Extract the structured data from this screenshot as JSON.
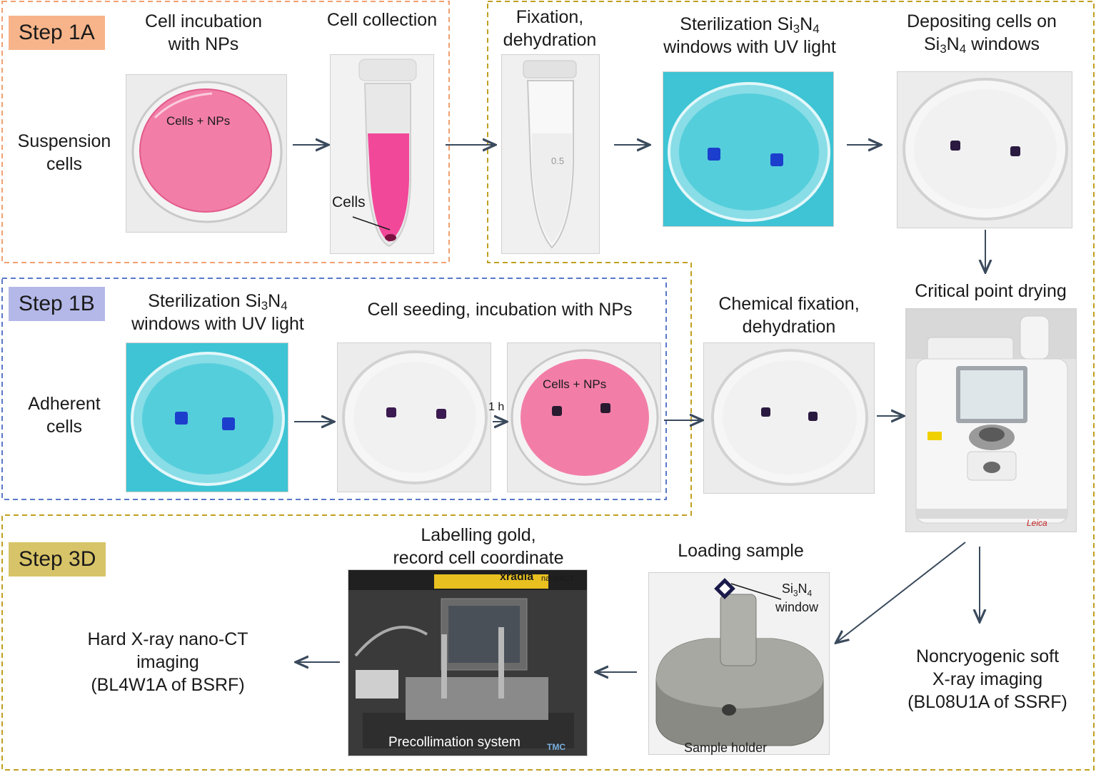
{
  "steps": {
    "step1a": "Step 1A",
    "step1b": "Step 1B",
    "step3d": "Step 3D"
  },
  "colors": {
    "step1a_border": "#f0a070",
    "step1a_fill": "#f7b48a",
    "step1b_border": "#5a78c8",
    "step1b_fill": "#b4b8e8",
    "step3d_border": "#c0a020",
    "step3d_fill": "#d8c468",
    "arrow": "#3a4a5c",
    "pink_media": "#f27ea8",
    "blue_bg": "#3ec4d4",
    "window_blue": "#1c3ecc"
  },
  "labels": {
    "suspension_cells": [
      "Suspension",
      "cells"
    ],
    "adherent_cells": [
      "Adherent",
      "cells"
    ],
    "cell_incubation": [
      "Cell incubation",
      "with NPs"
    ],
    "cell_collection": "Cell collection",
    "fixation": [
      "Fixation,",
      "dehydration"
    ],
    "sterilization_top_l1_pre": "Sterilization Si",
    "sterilization_top_l1_s1": "3",
    "sterilization_top_l1_mid": "N",
    "sterilization_top_l1_s2": "4",
    "sterilization_top_l2": "windows with UV light",
    "depositing_l1": "Depositing cells on",
    "depositing_l2_pre": "Si",
    "depositing_l2_s1": "3",
    "depositing_l2_mid": "N",
    "depositing_l2_s2": "4",
    "depositing_l2_post": " windows",
    "sterilization_b_l1_pre": "Sterilization Si",
    "sterilization_b_l1_s1": "3",
    "sterilization_b_l1_mid": "N",
    "sterilization_b_l1_s2": "4",
    "sterilization_b_l2": "windows with UV light",
    "cell_seeding": "Cell seeding, incubation with NPs",
    "chemical_fixation": [
      "Chemical fixation,",
      "dehydration"
    ],
    "critical_point": "Critical point drying",
    "labelling_gold": [
      "Labelling gold,",
      "record cell coordinate"
    ],
    "loading_sample": "Loading sample",
    "hard_xray": [
      "Hard X-ray nano-CT",
      "imaging",
      "(BL4W1A of BSRF)"
    ],
    "soft_xray": [
      "Noncryogenic soft",
      "X-ray imaging",
      "(BL08U1A of SSRF)"
    ]
  },
  "annotations": {
    "cells_nps_1": "Cells + NPs",
    "cells": "Cells",
    "one_hour": "1 h",
    "cells_nps_2": "Cells + NPs",
    "si3n4_window_pre": "Si",
    "si3n4_window_s1": "3",
    "si3n4_window_mid": "N",
    "si3n4_window_s2": "4",
    "window_word": "window",
    "sample_holder": "Sample holder",
    "precollimation": "Precollimation system",
    "xradia_logo": "xradia",
    "nanoxct": "nanoXCT",
    "tmc": "TMC",
    "leica": "Leica",
    "tube_mark": "0.5"
  }
}
